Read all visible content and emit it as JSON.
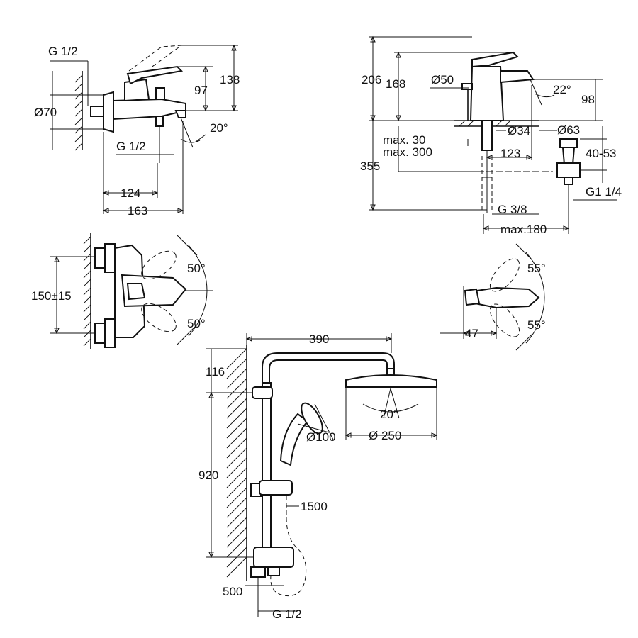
{
  "bath_mixer_side": {
    "inlet_thread": "G 1/2",
    "diameter": "Ø70",
    "outlet_thread": "G 1/2",
    "height_97": "97",
    "height_138": "138",
    "angle": "20°",
    "depth_124": "124",
    "depth_163": "163"
  },
  "bath_mixer_front": {
    "centres": "150±15",
    "angle_top": "50°",
    "angle_bottom": "50°"
  },
  "basin_mixer_side": {
    "height_206": "206",
    "height_168": "168",
    "base_diameter": "Ø50",
    "spout_angle": "22°",
    "height_98": "98",
    "max_30": "max. 30",
    "max_300": "max. 300",
    "hole_diameter": "Ø34",
    "depth_123": "123",
    "depth_355": "355",
    "supply_thread": "G 3/8",
    "max_180": "max.180",
    "waste_diameter": "Ø63",
    "waste_range": "40-53",
    "waste_thread": "G1 1/4"
  },
  "basin_mixer_front": {
    "angle_top": "55°",
    "angle_bottom": "55°",
    "width_47": "47"
  },
  "shower_system": {
    "arm_length": "390",
    "top_116": "116",
    "head_tilt": "20°",
    "hand_diameter": "Ø100",
    "head_diameter": "Ø 250",
    "height_920": "920",
    "hose_length": "1500",
    "bottom_500": "500",
    "inlet_thread": "G 1/2"
  }
}
